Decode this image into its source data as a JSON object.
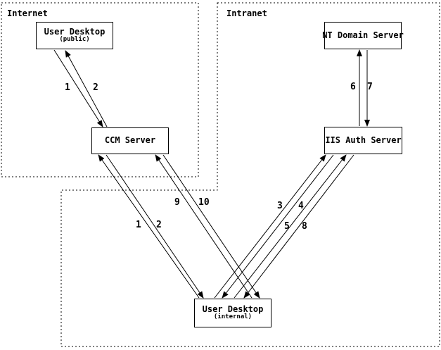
{
  "diagram": {
    "zones": [
      {
        "id": "internet",
        "label": "Internet"
      },
      {
        "id": "intranet",
        "label": "Intranet"
      }
    ],
    "nodes": [
      {
        "id": "user-desktop-public",
        "label": "User Desktop",
        "sublabel": "(public)",
        "zone": "internet"
      },
      {
        "id": "ccm-server",
        "label": "CCM Server",
        "sublabel": "",
        "zone": "internet"
      },
      {
        "id": "nt-domain-server",
        "label": "NT Domain Server",
        "sublabel": "",
        "zone": "intranet"
      },
      {
        "id": "iis-auth-server",
        "label": "IIS Auth Server",
        "sublabel": "",
        "zone": "intranet"
      },
      {
        "id": "user-desktop-internal",
        "label": "User Desktop",
        "sublabel": "(internal)",
        "zone": "intranet"
      }
    ],
    "edges": [
      {
        "label": "1",
        "from": "user-desktop-public",
        "to": "ccm-server"
      },
      {
        "label": "2",
        "from": "ccm-server",
        "to": "user-desktop-public"
      },
      {
        "label": "1",
        "from": "user-desktop-internal",
        "to": "ccm-server"
      },
      {
        "label": "2",
        "from": "ccm-server",
        "to": "user-desktop-internal"
      },
      {
        "label": "9",
        "from": "user-desktop-internal",
        "to": "ccm-server"
      },
      {
        "label": "10",
        "from": "ccm-server",
        "to": "user-desktop-internal"
      },
      {
        "label": "3",
        "from": "user-desktop-internal",
        "to": "iis-auth-server"
      },
      {
        "label": "4",
        "from": "iis-auth-server",
        "to": "user-desktop-internal"
      },
      {
        "label": "5",
        "from": "user-desktop-internal",
        "to": "iis-auth-server"
      },
      {
        "label": "8",
        "from": "iis-auth-server",
        "to": "user-desktop-internal"
      },
      {
        "label": "6",
        "from": "iis-auth-server",
        "to": "nt-domain-server"
      },
      {
        "label": "7",
        "from": "nt-domain-server",
        "to": "iis-auth-server"
      }
    ]
  },
  "colors": {
    "line": "#000000",
    "background": "#ffffff"
  }
}
